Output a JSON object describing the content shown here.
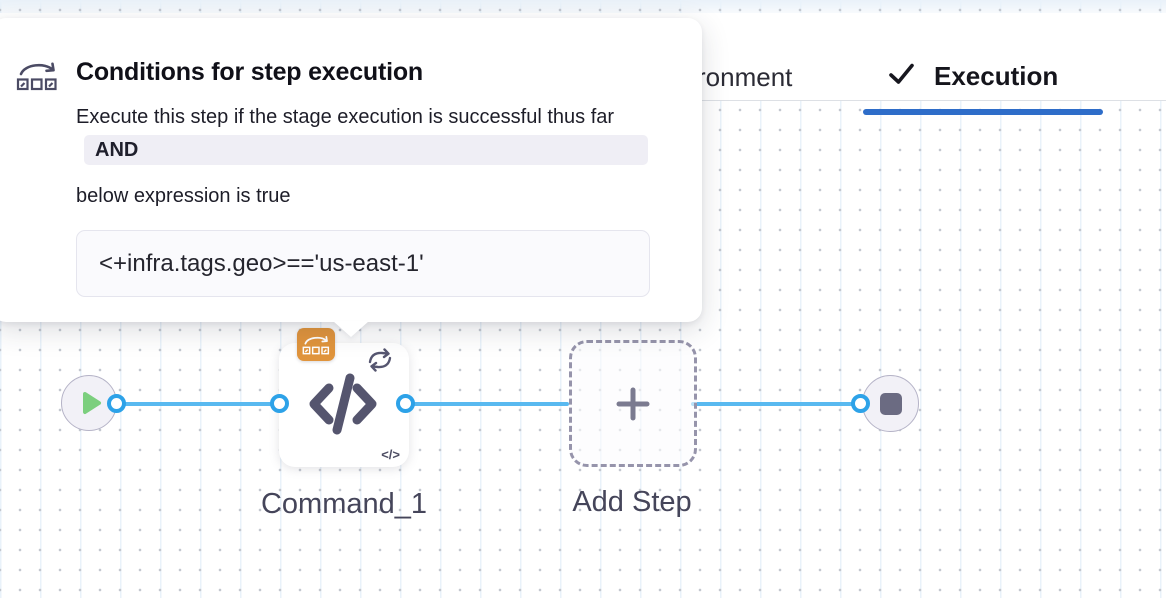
{
  "popover": {
    "icon": "conditional-execution-icon",
    "title": "Conditions for step execution",
    "description": "Execute this step if the stage execution is successful thus far",
    "operator": "AND",
    "expression_label": "below expression is true",
    "expression_value": "<+infra.tags.geo>=='us-east-1'"
  },
  "tabs": {
    "partial_tab_label": "ronment",
    "active_tab_label": "Execution",
    "active_tab_icon": "check-icon"
  },
  "graph": {
    "start_node_icon": "play-icon",
    "end_node_icon": "stop-icon",
    "command_step": {
      "label": "Command_1",
      "icon": "code-icon",
      "badge_icon": "conditional-execution-icon",
      "status_icon": "looping-strategy-icon",
      "corner_glyph": "</>"
    },
    "add_step": {
      "label": "Add Step",
      "icon": "plus-icon"
    }
  },
  "colors": {
    "active_tab_underline": "#2e6dc9",
    "edge_blue": "#59b9f0",
    "port_ring_blue": "#2da2e8",
    "badge_orange": "#e0943c",
    "play_green": "#7ccf7e",
    "icon_slate": "#55556e",
    "and_chip_bg": "#efeef5"
  }
}
